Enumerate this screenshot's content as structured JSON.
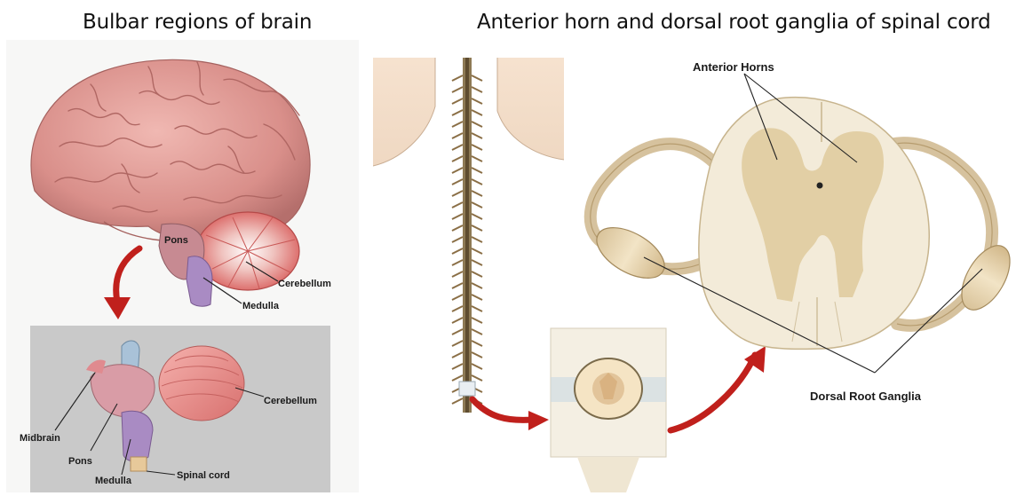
{
  "titles": {
    "left": "Bulbar regions of brain",
    "right": "Anterior horn and dorsal root ganglia of spinal cord"
  },
  "brain_labels": {
    "pons": "Pons",
    "cerebellum": "Cerebellum",
    "medulla": "Medulla"
  },
  "brainstem_inset_labels": {
    "cerebellum": "Cerebellum",
    "midbrain": "Midbrain",
    "pons": "Pons",
    "medulla": "Medulla",
    "spinal_cord": "Spinal cord"
  },
  "spinal_labels": {
    "anterior_horns": "Anterior Horns",
    "dorsal_root_ganglia": "Dorsal Root Ganglia"
  },
  "colors": {
    "brain": "#e3a09c",
    "cerebellum": "#e8787a",
    "brainstem_purple": "#b48ac4",
    "inset_bg": "#c9c9c9",
    "cord_tan": "#d9c9a3",
    "white_matter": "#f1e9d6",
    "arrow_red": "#c0201c"
  }
}
